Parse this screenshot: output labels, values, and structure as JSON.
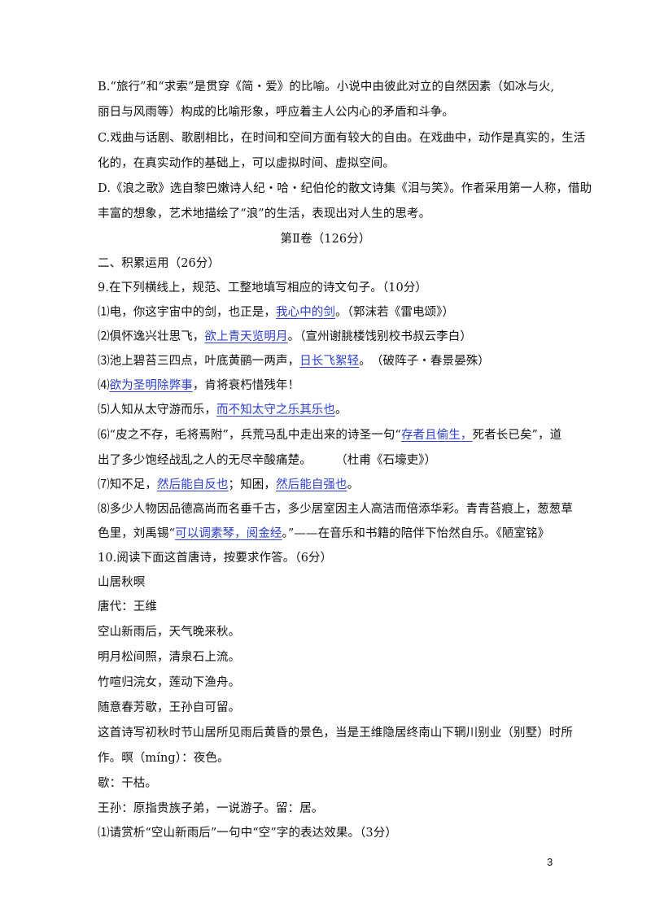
{
  "lines": {
    "b1": "B.“旅行”和“求索”是贯穿《简・爱》的比喻。小说中由彼此对立的自然因素（如冰与火,",
    "b2": "丽日与风雨等）构成的比喻形象，呼应着主人公内心的矛盾和斗争。",
    "c1": "C.戏曲与话剧、歌剧相比，在时间和空间方面有较大的自由。在戏曲中，动作是真实的，生活",
    "c2": "化的，在真实动作的基础上，可以虚拟时间、虚拟空间。",
    "d1": "D.《浪之歌》选自黎巴嫩诗人纪・哈・纪伯伦的散文诗集《泪与笑》。作者采用第一人称，借助",
    "d2": "丰富的想象，艺术地描绘了“浪”的生活，表现出对人生的思考。",
    "vol2": "第Ⅱ卷（126分）",
    "sec2": "二、积累运用（26分）",
    "q9": "9.在下列横线上，规范、工整地填写相应的诗文句子。（10分）",
    "q9_1a": "⑴电，你这宇宙中的剑，也正是，",
    "q9_1ans": "我心中的剑",
    "q9_1b": "。（郭沫若《雷电颂》）",
    "q9_2a": "⑵俱怀逸兴壮思飞，",
    "q9_2ans": "欲上青天览明月",
    "q9_2b": "。（宣州谢朓楼饯别校书叔云李白）",
    "q9_3a": "⑶池上碧苔三四点，叶底黄鹂一两声，",
    "q9_3ans": "日长飞絮轻",
    "q9_3b": "。　（破阵子・春景晏殊）",
    "q9_4a": "⑷",
    "q9_4ans": "欲为圣明除弊事",
    "q9_4b": "，肯将衰朽惜残年！",
    "q9_5a": "⑸人知从太守游而乐，",
    "q9_5ans": "而不知太守之乐其乐也",
    "q9_5b": "。",
    "q9_6a": "⑹“皮之不存，毛将焉附”，兵荒马乱中走出来的诗圣一句“",
    "q9_6ans": "存者且偷生，",
    "q9_6b": "死者长已矣”，道",
    "q9_6c": "出了多少饱经战乱之人的无尽辛酸痛楚。　　　（杜甫《石壕吏》）",
    "q9_7a": "⑺知不足，",
    "q9_7ans1": "然后能自反也",
    "q9_7b": "；知困，",
    "q9_7ans2": "然后能自强也",
    "q9_7c": "。",
    "q9_8a": "⑻多少人物因品德高尚而名垂千古，多少居室因主人高洁而倍添华彩。青青苔痕上，葱葱草",
    "q9_8b": "色里，刘禹锡“",
    "q9_8ans": "可以调素琴，阅金经",
    "q9_8c": "。”——在音乐和书籍的陪伴下怡然自乐。《陋室铭》",
    "q10": "10.阅读下面这首唐诗，按要求作答。（6分）",
    "poem_title": "山居秋暝",
    "poem_author": "唐代：王维",
    "poem_l1": "空山新雨后，天气晚来秋。",
    "poem_l2": "明月松间照，清泉石上流。",
    "poem_l3": "竹喧归浣女，莲动下渔舟。",
    "poem_l4": "随意春芳歇，王孙自可留。",
    "note1": "这首诗写初秋时节山居所见雨后黄昏的景色，当是王维隐居终南山下辋川别业（别墅）时所",
    "note2": "作。暝（míng）：夜色。",
    "note3": "歇：干枯。",
    "note4": "王孙：原指贵族子弟，一说游子。留：居。",
    "q10_1": "⑴请赏析“空山新雨后”一句中“空”字的表达效果。（3分）"
  },
  "page_number": "3"
}
